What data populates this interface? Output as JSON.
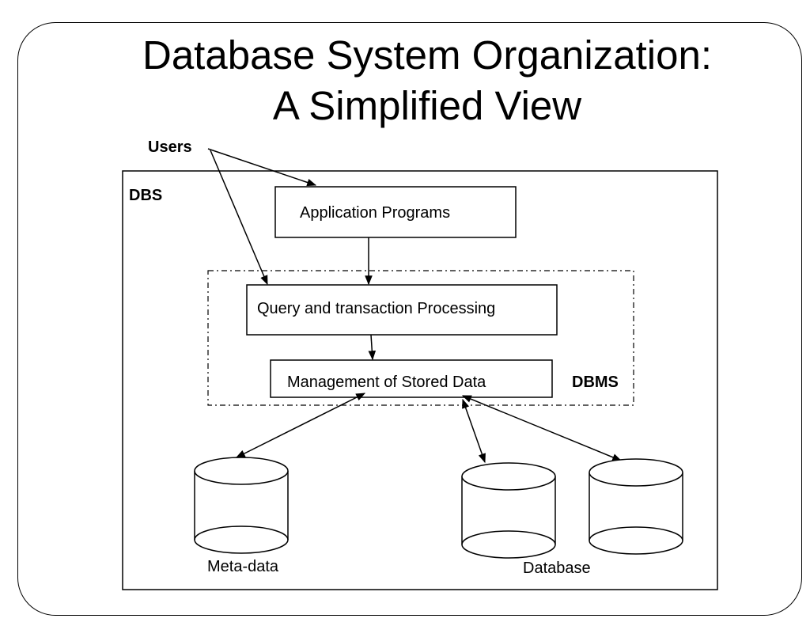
{
  "title": {
    "line1": "Database System Organization:",
    "line2": "A Simplified View"
  },
  "labels": {
    "users": "Users",
    "dbs": "DBS",
    "dbms": "DBMS",
    "meta_data": "Meta-data",
    "database": "Database"
  },
  "boxes": {
    "application_programs": "Application Programs",
    "query_processing": "Query and transaction Processing",
    "stored_data_management": "Management of Stored Data"
  }
}
